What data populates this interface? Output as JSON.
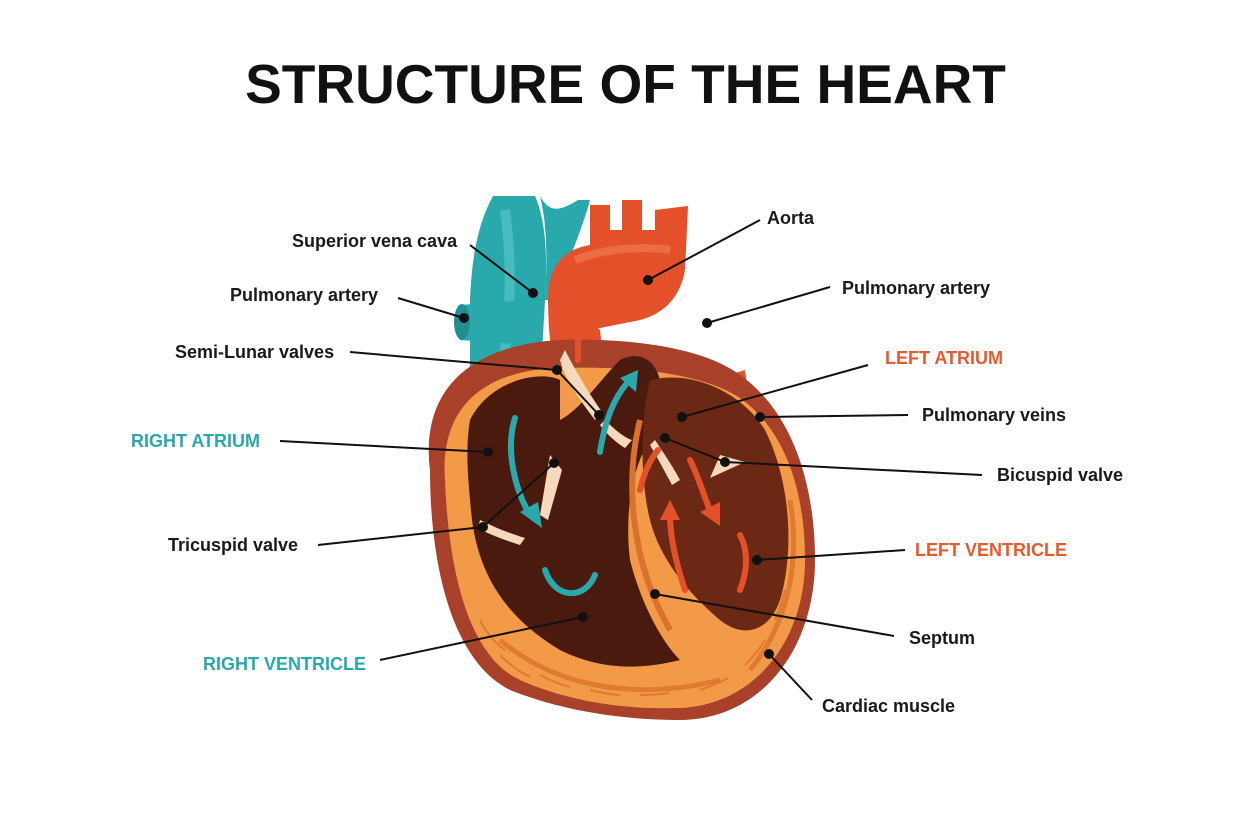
{
  "title": "STRUCTURE OF THE HEART",
  "colors": {
    "teal": "#2aa9ad",
    "teal_dark": "#1f8f92",
    "red_orange": "#e4502a",
    "muscle": "#f29a48",
    "muscle_dark": "#d9722c",
    "chamber_dark": "#4a1a0e",
    "chamber_mid": "#6b2814",
    "outer_wall": "#a8402a",
    "valve": "#f6d9bd"
  },
  "labels": {
    "superior_vena_cava": "Superior vena cava",
    "pulmonary_artery_left": "Pulmonary artery",
    "semi_lunar_valves": "Semi-Lunar valves",
    "right_atrium": "RIGHT ATRIUM",
    "tricuspid_valve": "Tricuspid valve",
    "right_ventricle": "RIGHT VENTRICLE",
    "aorta": "Aorta",
    "pulmonary_artery_right": "Pulmonary artery",
    "left_atrium": "LEFT ATRIUM",
    "pulmonary_veins": "Pulmonary veins",
    "bicuspid_valve": "Bicuspid valve",
    "left_ventricle": "LEFT VENTRICLE",
    "septum": "Septum",
    "cardiac_muscle": "Cardiac muscle"
  }
}
